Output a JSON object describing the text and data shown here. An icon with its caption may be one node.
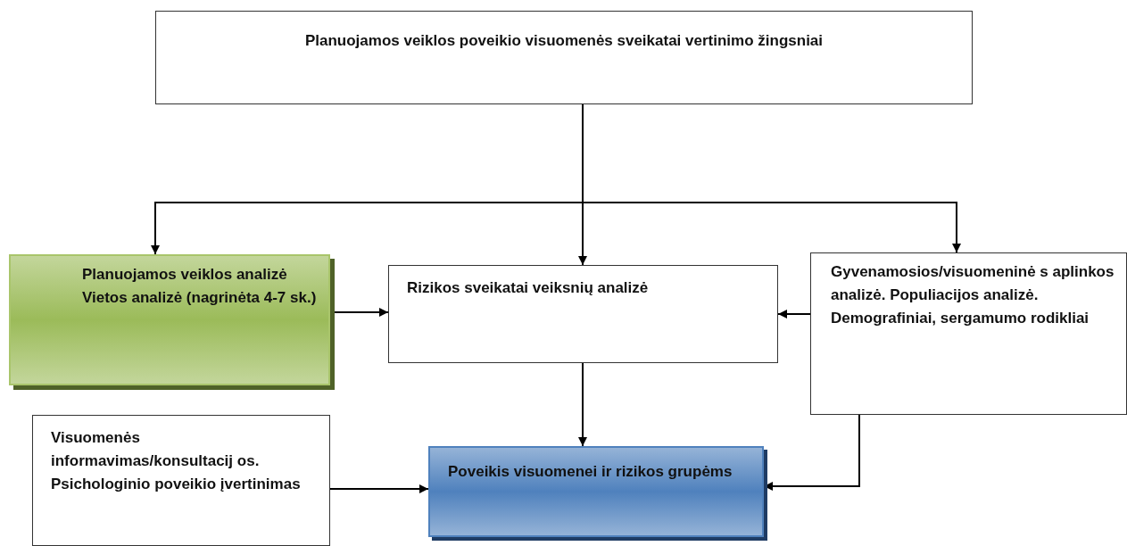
{
  "diagram": {
    "nodes": [
      {
        "text": [
          "Planuojamos veiklos poveikio visuomenės sveikatai vertinimo žingsniai"
        ]
      },
      {
        "text": [
          "Planuojamos veiklos analizė",
          "Vietos analizė (nagrinėta 4-7 sk.)"
        ]
      },
      {
        "text": [
          "Rizikos sveikatai veiksnių analizė"
        ]
      },
      {
        "text": [
          "Gyvenamosios/visuomeninė s aplinkos analizė. Populiacijos analizė. Demografiniai, sergamumo rodikliai"
        ]
      },
      {
        "text": [
          "Visuomenės informavimas/konsultacij os. Psichologinio poveikio įvertinimas"
        ]
      },
      {
        "text": [
          "Poveikis visuomenei ir rizikos grupėms"
        ]
      }
    ],
    "edges": [
      {
        "from": 0,
        "to": 1,
        "arrow": "to"
      },
      {
        "from": 0,
        "to": 2,
        "arrow": "to"
      },
      {
        "from": 0,
        "to": 3,
        "arrow": "to"
      },
      {
        "from": 1,
        "to": 2,
        "arrow": "to"
      },
      {
        "from": 3,
        "to": 2,
        "arrow": "to"
      },
      {
        "from": 2,
        "to": 5,
        "arrow": "to"
      },
      {
        "from": 4,
        "to": 5,
        "arrow": "to"
      },
      {
        "from": 3,
        "to": 5,
        "arrow": "to"
      }
    ]
  }
}
